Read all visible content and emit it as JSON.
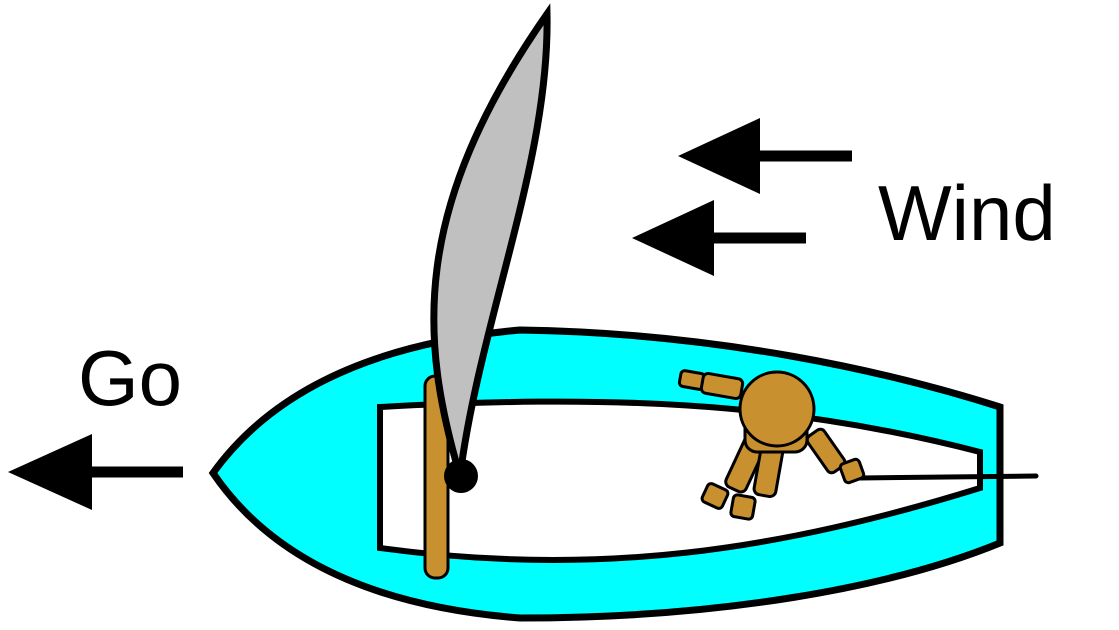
{
  "labels": {
    "wind": "Wind",
    "go": "Go"
  },
  "colors": {
    "hull": "#00FFFF",
    "deck": "#FFFFFF",
    "sail": "#C0C0C0",
    "wood": "#C8902F",
    "outline": "#000000"
  },
  "icons": {
    "wind_arrows": "left-arrow",
    "go_arrow": "left-arrow"
  }
}
